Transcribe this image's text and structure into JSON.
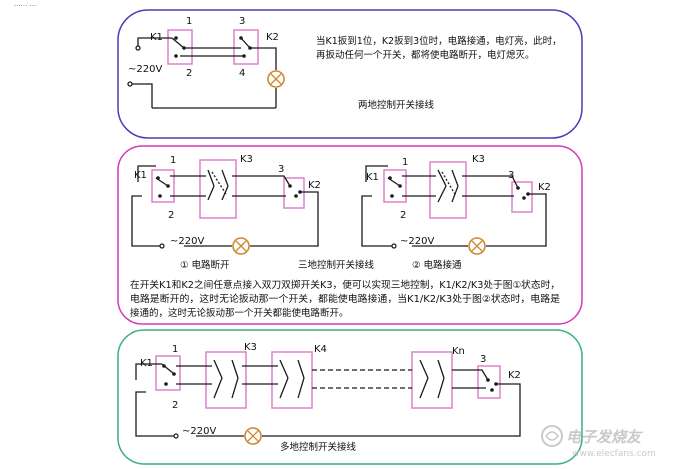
{
  "corner_text": "...... ...",
  "panel1": {
    "k1": "K1",
    "k2": "K2",
    "n1": "1",
    "n2": "2",
    "n3": "3",
    "n4": "4",
    "voltage": "~220V",
    "desc_line1": "当K1扳到1位，K2扳到3位时，电路接通，电灯亮，此时，",
    "desc_line2": "再扳动任何一个开关，都将使电路断开，电灯熄灭。",
    "title": "两地控制开关接线"
  },
  "panel2": {
    "k1a": "K1",
    "k3a": "K3",
    "k2a": "K2",
    "n1a": "1",
    "n2a": "2",
    "n3a": "3",
    "k1b": "K1",
    "k3b": "K3",
    "k2b": "K2",
    "n1b": "1",
    "n2b": "2",
    "n3b": "3",
    "voltage_a": "~220V",
    "voltage_b": "~220V",
    "caption_a": "①  电路断开",
    "title": "三地控制开关接线",
    "caption_b": "②  电路接通",
    "desc_line1": "在开关K1和K2之间任意点接入双刀双掷开关K3，便可以实现三地控制，K1/K2/K3处于图①状态时，",
    "desc_line2": "电路是断开的，这时无论扳动那一个开关，都能使电路接通，当K1/K2/K3处于图②状态时，电路是",
    "desc_line3": "接通的，这时无论扳动那一个开关都能使电路断开。"
  },
  "panel3": {
    "k1": "K1",
    "k3": "K3",
    "k4": "K4",
    "kn": "Kn",
    "k2": "K2",
    "n1": "1",
    "n2": "2",
    "n3": "3",
    "voltage": "~220V",
    "title": "多地控制开关接线"
  },
  "watermark": {
    "line1": "电子发烧友",
    "line2": "www.elecfans.com"
  },
  "colors": {
    "panel1_border": "#4a3bbd",
    "panel2_border": "#d43ab8",
    "panel3_border": "#38b07a",
    "switch_box": "#e080cc",
    "wire": "#1a1a1a",
    "lamp": "#d08830",
    "watermark": "#c9c9c9"
  }
}
